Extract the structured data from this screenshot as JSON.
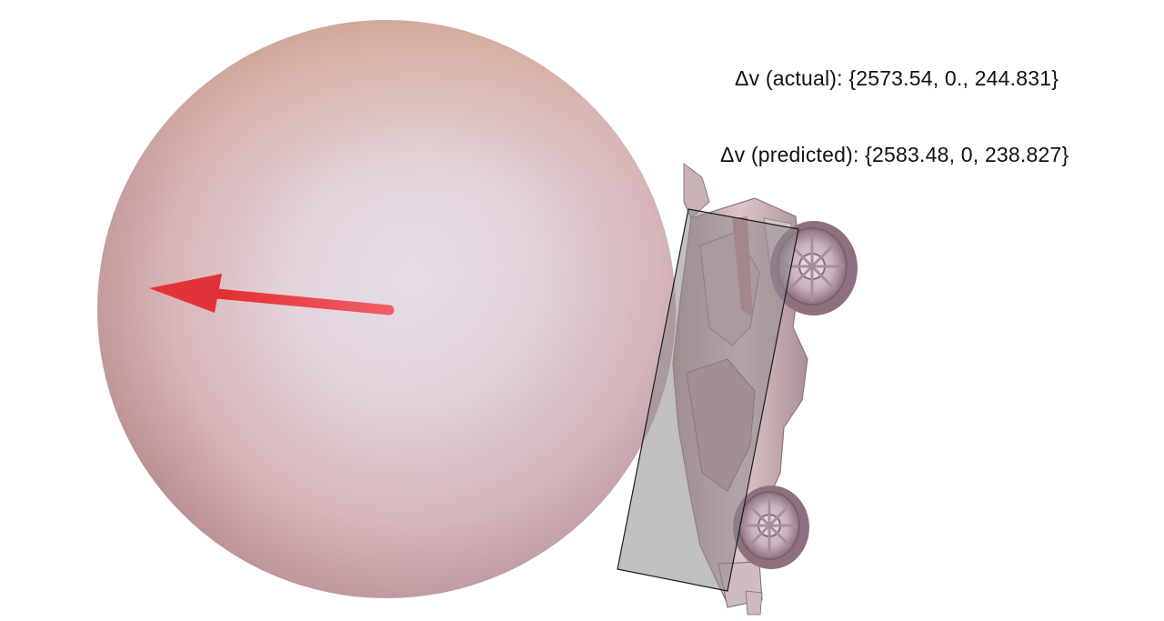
{
  "annotations": {
    "actual_label": "Δv (actual): {2573.54, 0., 244.831}",
    "predicted_label": "Δv (predicted): {2583.48, 0, 238.827}"
  },
  "scene": {
    "ball": {
      "name": "ball"
    },
    "arrow": {
      "color": "#e8383a"
    },
    "car": {
      "name": "car",
      "hitbox_color": "#8f8a8f",
      "body_color": "#c9aba9"
    }
  }
}
